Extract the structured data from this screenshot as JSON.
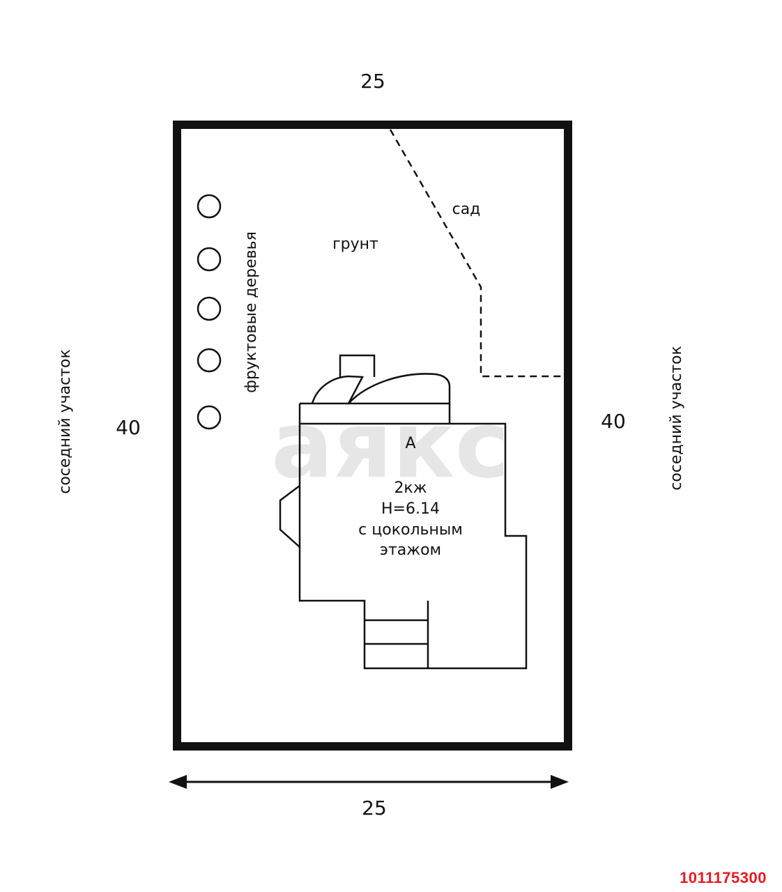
{
  "dimensions": {
    "top": "25",
    "bottom": "25",
    "left": "40",
    "right": "40"
  },
  "labels": {
    "left_neighbor": "соседний участок",
    "right_neighbor": "соседний участок",
    "trees": "фруктовые деревья",
    "ground": "грунт",
    "garden": "сад",
    "building_letter": "А",
    "building_line1": "2кж",
    "building_line2": "Н=6.14",
    "building_line3": "с цокольным",
    "building_line4": "этажом"
  },
  "watermark": {
    "text": "аякс",
    "color": "#e6e6e6"
  },
  "listing_id": {
    "text": "1011175300",
    "color": "#e8191f"
  },
  "colors": {
    "line": "#111111",
    "background": "#ffffff"
  }
}
